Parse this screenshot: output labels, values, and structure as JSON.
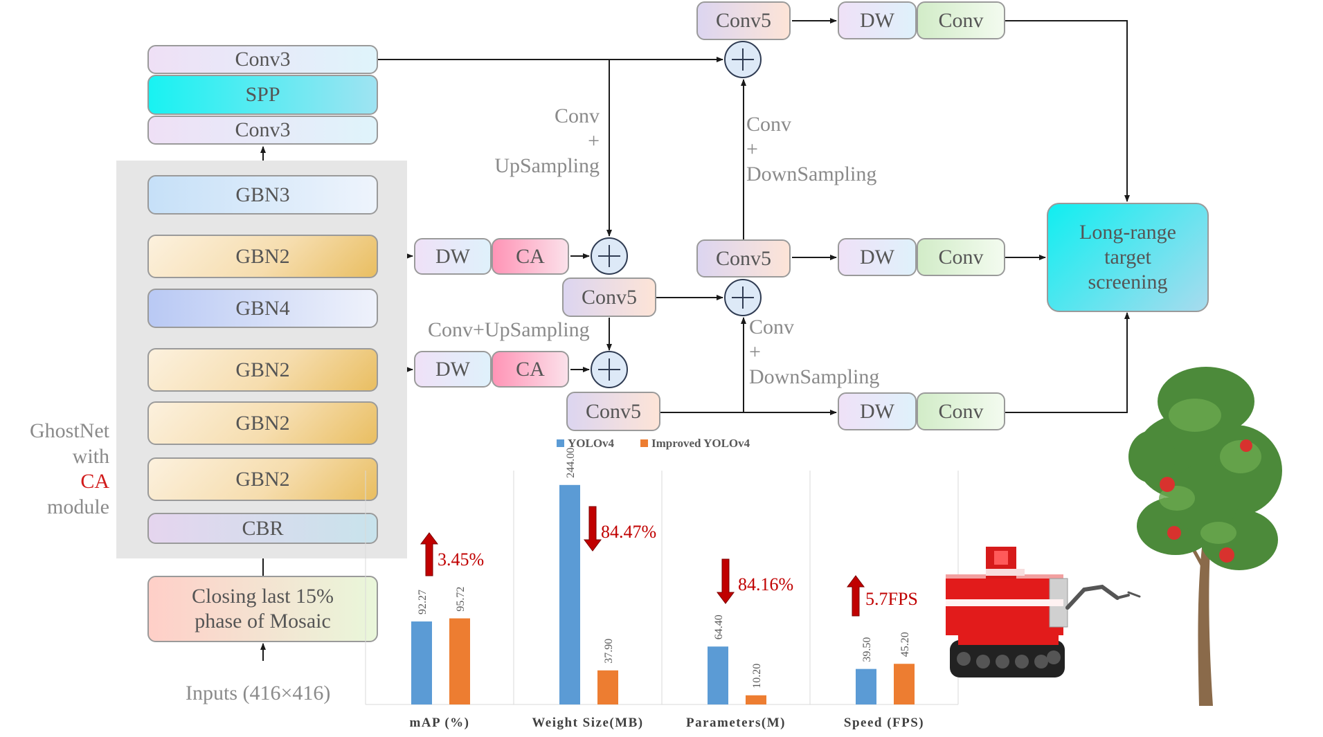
{
  "backbone": {
    "conv3_top": "Conv3",
    "spp": "SPP",
    "conv3_bottom": "Conv3",
    "gbn3": "GBN3",
    "gbn2_a": "GBN2",
    "gbn4": "GBN4",
    "gbn2_b": "GBN2",
    "gbn2_c": "GBN2",
    "gbn2_d": "GBN2",
    "cbr": "CBR",
    "mosaic": "Closing last 15% phase of Mosaic",
    "inputs": "Inputs (416×416)",
    "ghostnet_label": [
      "GhostNet",
      "with",
      "CA",
      "module"
    ]
  },
  "neck": {
    "conv5_top": "Conv5",
    "conv5_mid_right": "Conv5",
    "conv5_mid_left": "Conv5",
    "conv5_bottom": "Conv5",
    "dw": "DW",
    "ca": "CA",
    "conv": "Conv",
    "label_conv_upsampling_top": [
      "Conv",
      "+",
      "UpSampling"
    ],
    "label_conv_downsampling_top": [
      "Conv",
      "+",
      "DownSampling"
    ],
    "label_conv_upsampling_mid": "Conv+UpSampling",
    "label_conv_downsampling_bottom": [
      "Conv",
      "+",
      "DownSampling"
    ]
  },
  "output": {
    "long_range": "Long-range target screening"
  },
  "colors": {
    "yolov4": "#5b9bd5",
    "improved": "#ed7d31",
    "arrow_red": "#c00000"
  },
  "chart_data": {
    "type": "bar",
    "categories": [
      "mAP (%)",
      "Weight Size(MB)",
      "Parameters(M)",
      "Speed (FPS)"
    ],
    "series": [
      {
        "name": "YOLOv4",
        "values": [
          92.27,
          244.0,
          64.4,
          39.5
        ]
      },
      {
        "name": "Improved YOLOv4",
        "values": [
          95.72,
          37.9,
          10.2,
          45.2
        ]
      }
    ],
    "value_labels": {
      "YOLOv4": [
        "92.27",
        "244.00",
        "64.40",
        "39.50"
      ],
      "Improved YOLOv4": [
        "95.72",
        "37.90",
        "10.20",
        "45.20"
      ]
    },
    "annotations": [
      {
        "category": "mAP (%)",
        "direction": "up",
        "text": "3.45%"
      },
      {
        "category": "Weight Size(MB)",
        "direction": "down",
        "text": "84.47%"
      },
      {
        "category": "Parameters(M)",
        "direction": "down",
        "text": "84.16%"
      },
      {
        "category": "Speed (FPS)",
        "direction": "up",
        "text": "5.7FPS"
      }
    ],
    "legend_position": "top",
    "grid": false,
    "ylim": [
      0,
      260
    ]
  }
}
